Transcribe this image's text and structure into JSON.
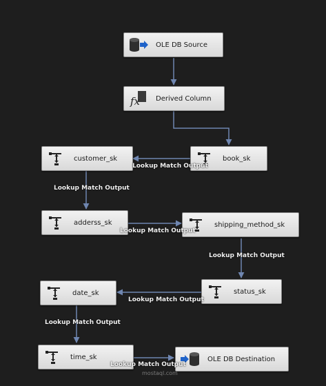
{
  "nodes": {
    "ole_db_source": {
      "label": "OLE DB Source",
      "icon": "database-source-icon"
    },
    "derived_column": {
      "label": "Derived Column",
      "icon": "fx-icon"
    },
    "book_sk": {
      "label": "book_sk",
      "icon": "lookup-icon"
    },
    "customer_sk": {
      "label": "customer_sk",
      "icon": "lookup-icon"
    },
    "adderss_sk": {
      "label": "adderss_sk",
      "icon": "lookup-icon"
    },
    "shipping_method_sk": {
      "label": "shipping_method_sk",
      "icon": "lookup-icon"
    },
    "status_sk": {
      "label": "status_sk",
      "icon": "lookup-icon"
    },
    "date_sk": {
      "label": "date_sk",
      "icon": "lookup-icon"
    },
    "time_sk": {
      "label": "time_sk",
      "icon": "lookup-icon"
    },
    "ole_db_destination": {
      "label": "OLE DB Destination",
      "icon": "database-destination-icon"
    }
  },
  "wire_labels": {
    "book_to_customer": "Lookup Match Output",
    "customer_to_adderss": "Lookup Match Output",
    "adderss_to_shipping": "Lookup Match Output",
    "shipping_to_status": "Lookup Match Output",
    "status_to_date": "Lookup Match Output",
    "date_to_time": "Lookup Match Output",
    "time_to_destination": "Lookup Match Output"
  },
  "watermark": "mostaql.com",
  "colors": {
    "background": "#1e1e1e",
    "wire": "#6f86b0",
    "node_border": "#8a8a8a"
  }
}
